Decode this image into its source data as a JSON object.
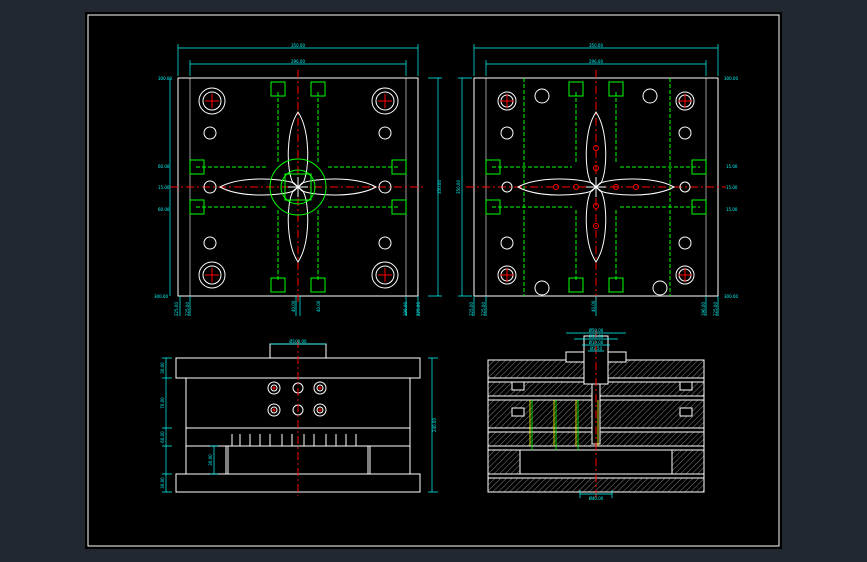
{
  "colors": {
    "background": "#212830",
    "sheet": "#000000",
    "line": "#ffffff",
    "dimension": "#00ffff",
    "center": "#ff0000",
    "part": "#00ff00",
    "cooling": "#ffff00"
  },
  "dimensions": {
    "top_left": {
      "top_overall": "350.00",
      "top_inner": "296.00",
      "left_height": "350.00",
      "left_top": "300.00",
      "left_y1": "60.00",
      "left_y2": "15.00",
      "left_y3": "60.00",
      "left_bottom": "300.00",
      "bottom_x1": "225.00",
      "bottom_x2": "225.00",
      "bottom_x3": "40.00",
      "bottom_x4": "40.00",
      "bottom_x5": "196.00",
      "bottom_x6": "225.00"
    },
    "top_right": {
      "top_overall": "350.00",
      "top_inner": "296.00",
      "left_height": "350.00",
      "right_top": "300.00",
      "right_y1": "15.00",
      "right_y2": "15.00",
      "right_y3": "15.00",
      "right_bottom": "300.00",
      "bottom_x1": "225.00",
      "bottom_x2": "225.00",
      "bottom_x3": "40.00",
      "bottom_x4": "196.00",
      "bottom_x5": "225.00"
    },
    "bottom_left": {
      "top_sprue": "Ø100.00",
      "left1": "30.00",
      "left2": "70.00",
      "left3": "60.00",
      "left4": "30.00",
      "gap": "30.00",
      "right_height": "240.00"
    },
    "bottom_right": {
      "top1": "Ø50.00",
      "top2": "Ø35.00",
      "top3": "Ø10.00",
      "top4": "Ø3.50",
      "bottom": "Ø40.00"
    }
  }
}
